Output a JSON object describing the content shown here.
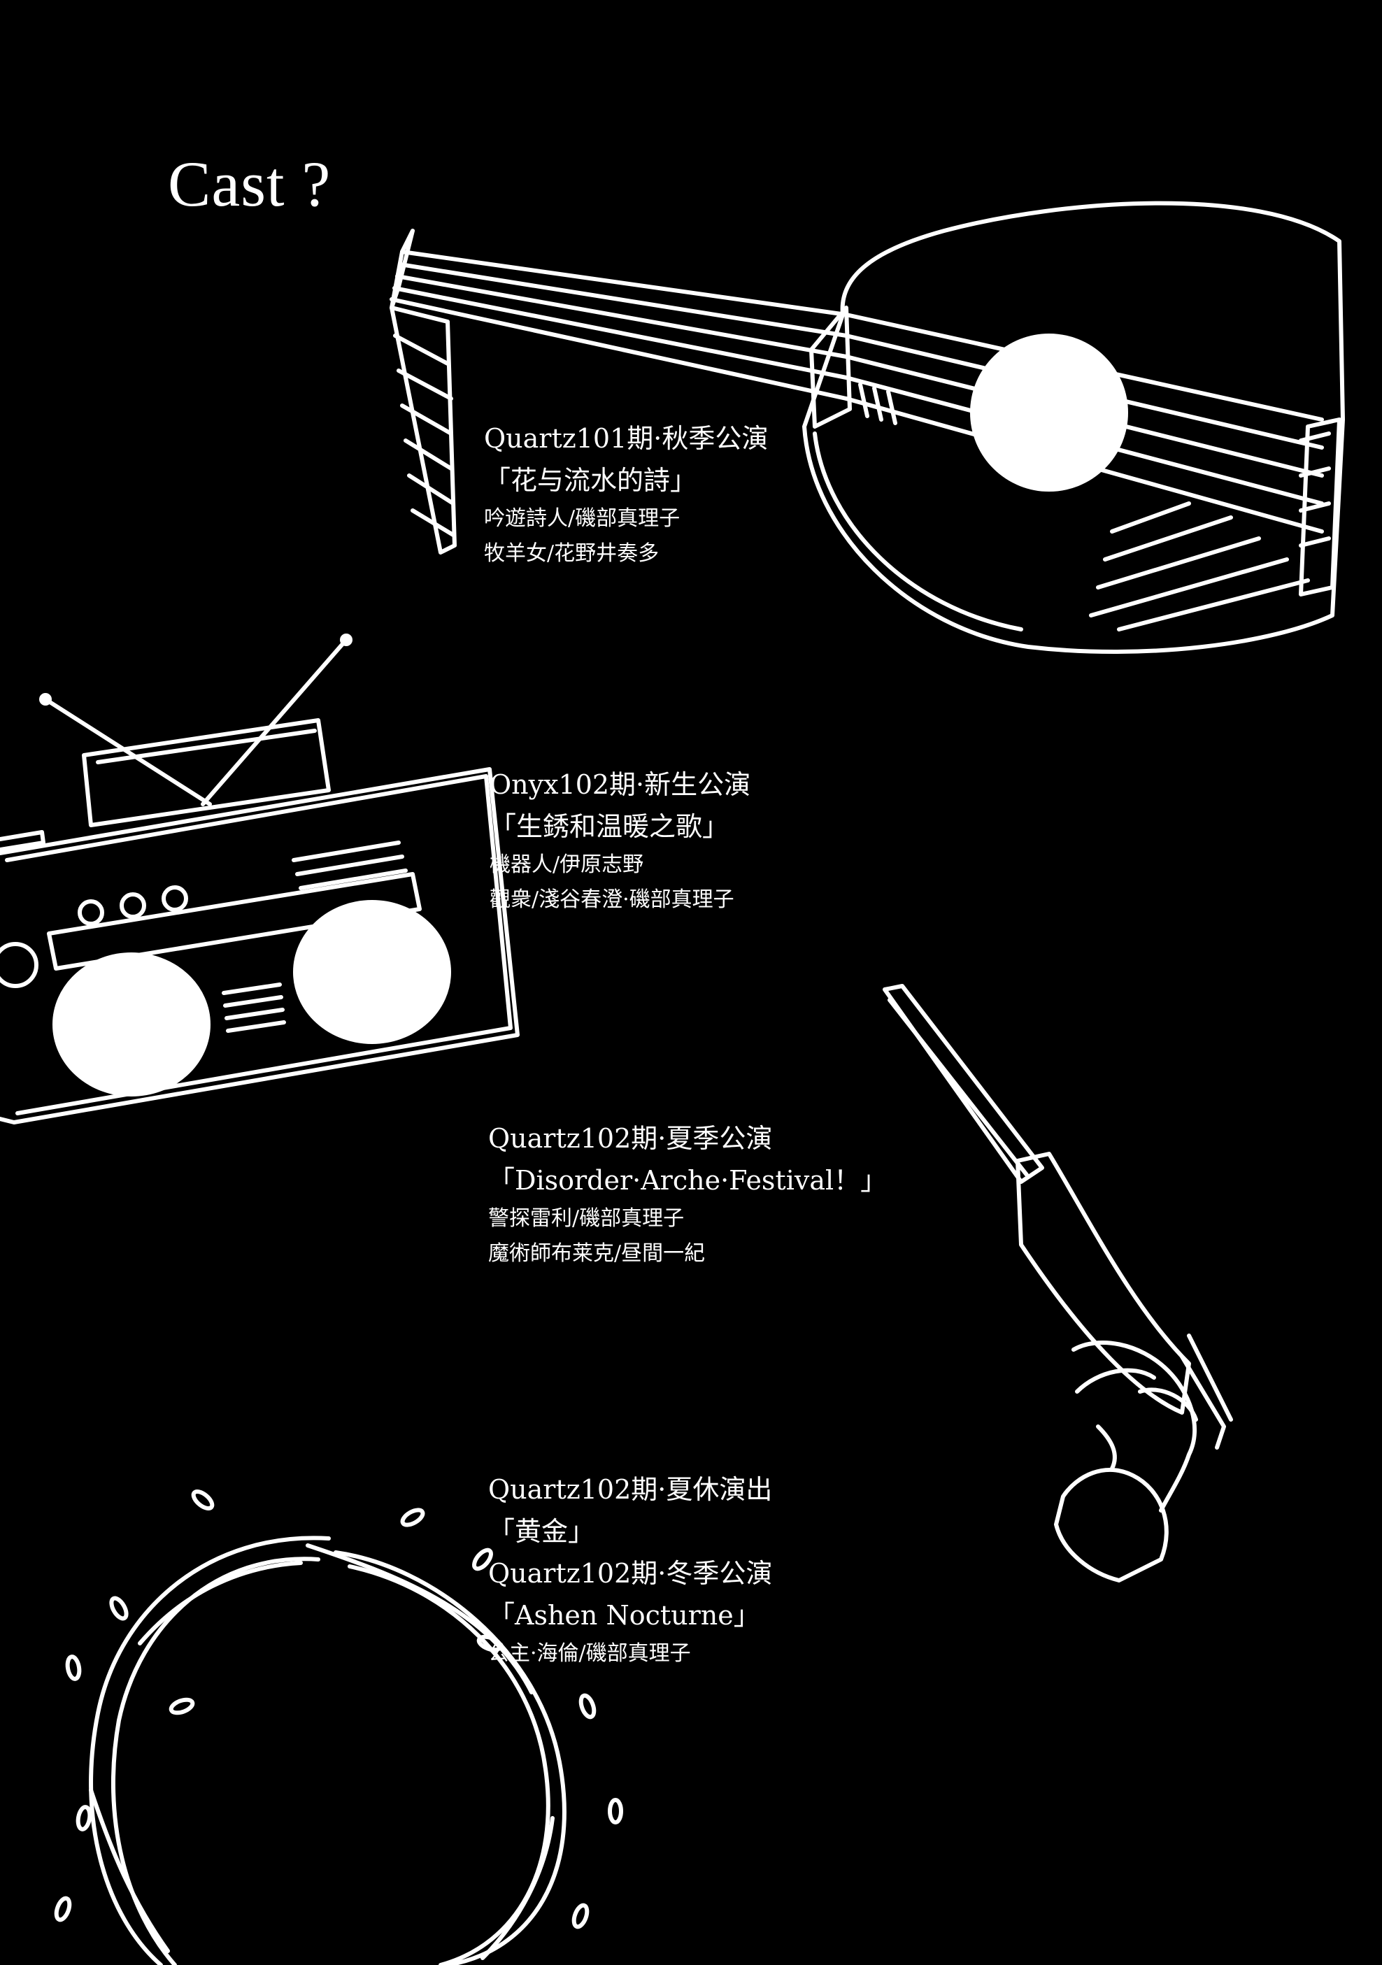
{
  "page": {
    "title": "Cast ?"
  },
  "blocks": [
    {
      "lines": [
        "Quartz101期·秋季公演",
        "「花与流水的詩」"
      ],
      "cast": [
        "吟遊詩人/磯部真理子",
        "牧羊女/花野井奏多"
      ]
    },
    {
      "lines": [
        "Onyx102期·新生公演",
        "「生銹和温暖之歌」"
      ],
      "cast": [
        "機器人/伊原志野",
        "觀衆/淺谷春澄·磯部真理子"
      ]
    },
    {
      "lines": [
        "Quartz102期·夏季公演",
        "「Disorder·Arche·Festival！」"
      ],
      "cast": [
        "警探雷利/磯部真理子",
        "魔術師布莱克/昼間一紀"
      ]
    },
    {
      "lines": [
        "Quartz102期·夏休演出",
        "「黄金」",
        "Quartz102期·冬季公演",
        "「Ashen Nocturne」"
      ],
      "cast": [
        "公主·海倫/磯部真理子"
      ]
    }
  ],
  "illustrations": [
    "lute-illustration",
    "boombox-illustration",
    "revolver-illustration",
    "thorn-wreath-illustration"
  ]
}
